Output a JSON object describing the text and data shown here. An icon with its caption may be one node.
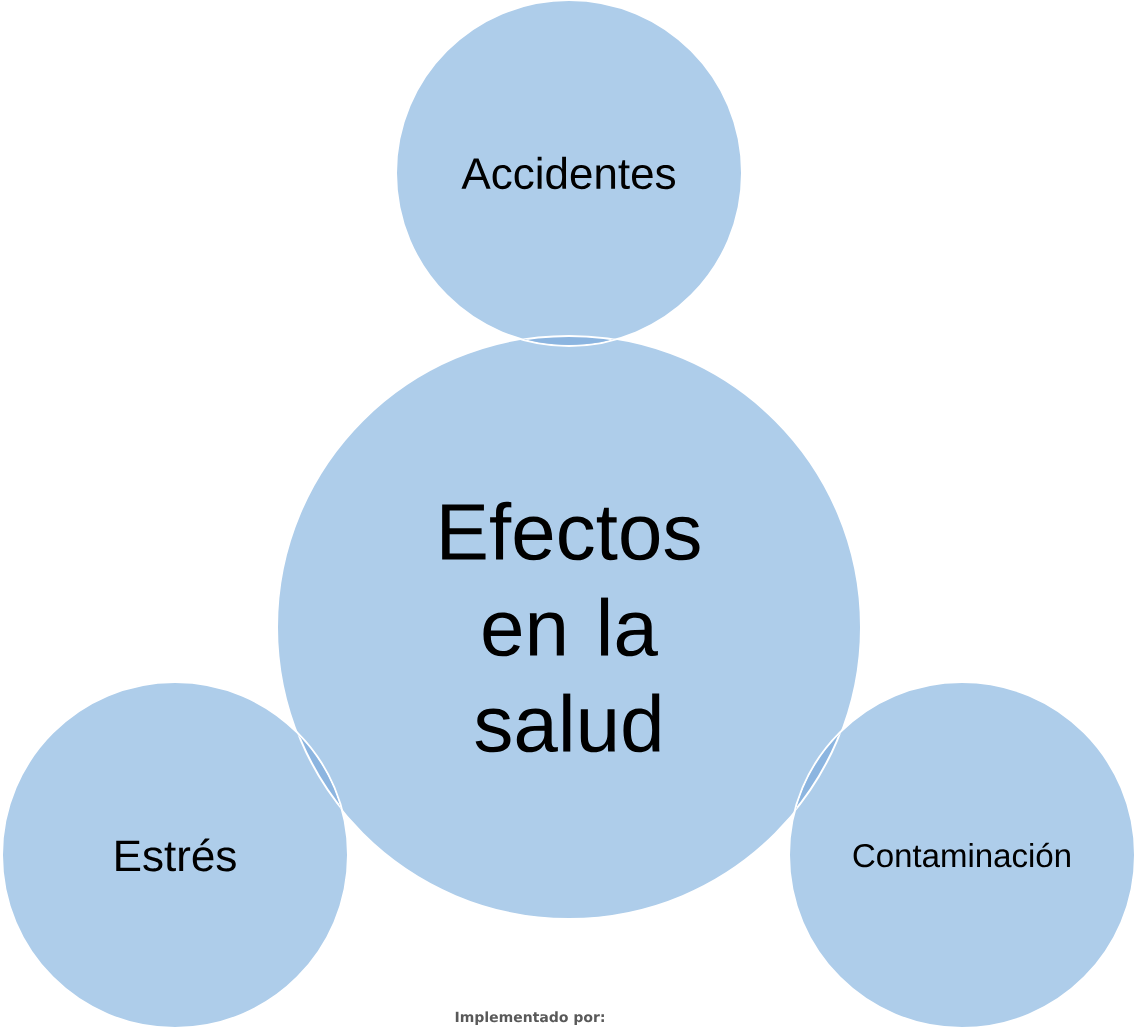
{
  "diagram": {
    "nodes": [
      {
        "text": [
          "Accidentes"
        ]
      },
      {
        "text": [
          "Efectos en la salud"
        ]
      },
      {
        "text": [
          "Estrés"
        ]
      },
      {
        "text": [
          "Contaminación"
        ]
      }
    ],
    "labels": [
      "Implementado por:"
    ]
  }
}
